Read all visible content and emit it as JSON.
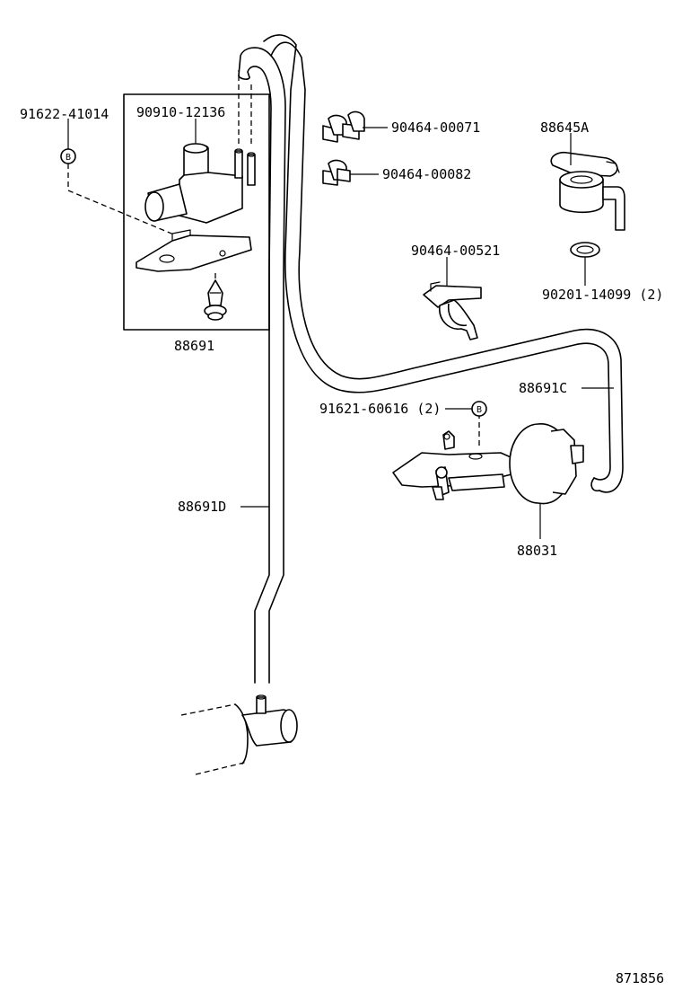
{
  "diagram": {
    "reference_number": "871856",
    "parts": [
      {
        "id": "p1",
        "label": "91622-41014"
      },
      {
        "id": "p2",
        "label": "90910-12136"
      },
      {
        "id": "p3",
        "label": "88691"
      },
      {
        "id": "p4",
        "label": "90464-00071"
      },
      {
        "id": "p5",
        "label": "90464-00082"
      },
      {
        "id": "p6",
        "label": "88645A"
      },
      {
        "id": "p7",
        "label": "90464-00521"
      },
      {
        "id": "p8",
        "label": "90201-14099 (2)"
      },
      {
        "id": "p9",
        "label": "88691C"
      },
      {
        "id": "p10",
        "label": "91621-60616 (2)"
      },
      {
        "id": "p11",
        "label": "88691D"
      },
      {
        "id": "p12",
        "label": "88031"
      }
    ],
    "callout_marker": "B"
  }
}
